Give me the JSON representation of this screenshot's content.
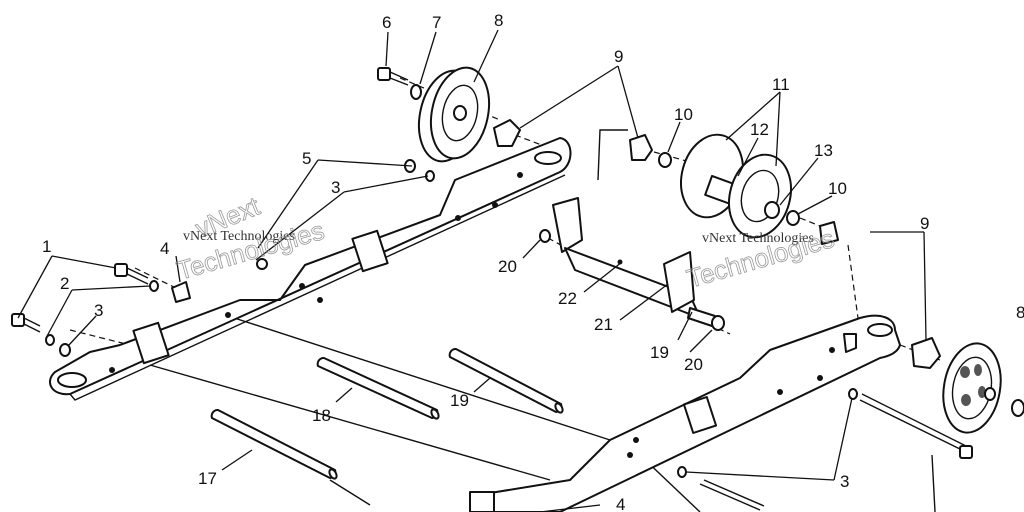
{
  "callouts": [
    {
      "id": "c6",
      "label": "6"
    },
    {
      "id": "c7",
      "label": "7"
    },
    {
      "id": "c8a",
      "label": "8"
    },
    {
      "id": "c9a",
      "label": "9"
    },
    {
      "id": "c11",
      "label": "11"
    },
    {
      "id": "c12",
      "label": "12"
    },
    {
      "id": "c10a",
      "label": "10"
    },
    {
      "id": "c13",
      "label": "13"
    },
    {
      "id": "c10b",
      "label": "10"
    },
    {
      "id": "c5",
      "label": "5"
    },
    {
      "id": "c3a",
      "label": "3"
    },
    {
      "id": "c1",
      "label": "1"
    },
    {
      "id": "c4a",
      "label": "4"
    },
    {
      "id": "c2",
      "label": "2"
    },
    {
      "id": "c3b",
      "label": "3"
    },
    {
      "id": "c20a",
      "label": "20"
    },
    {
      "id": "c22",
      "label": "22"
    },
    {
      "id": "c9b",
      "label": "9"
    },
    {
      "id": "c8b",
      "label": "8"
    },
    {
      "id": "c21",
      "label": "21"
    },
    {
      "id": "c19a",
      "label": "19"
    },
    {
      "id": "c20b",
      "label": "20"
    },
    {
      "id": "c18",
      "label": "18"
    },
    {
      "id": "c19b",
      "label": "19"
    },
    {
      "id": "c17",
      "label": "17"
    },
    {
      "id": "c3c",
      "label": "3"
    },
    {
      "id": "c4b",
      "label": "4"
    }
  ],
  "watermarks": {
    "left_top": "vNext",
    "left_main": "vNext Technologies",
    "left_outline": "Technologies",
    "right_main": "vNext Technologies",
    "right_outline": "Technologies"
  }
}
